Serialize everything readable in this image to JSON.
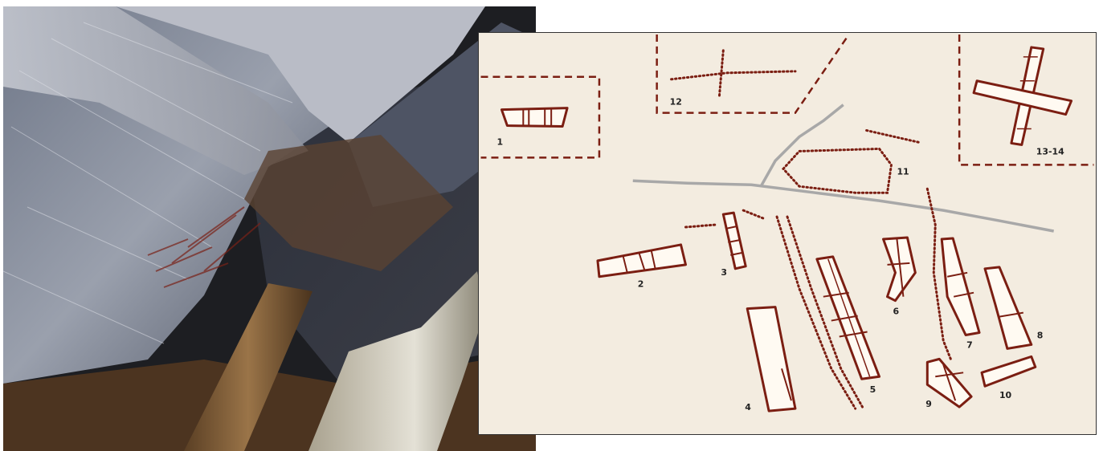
{
  "figure": {
    "photo_alt": "Cave wall with red painted signs",
    "labels": [
      "1",
      "2",
      "3",
      "4",
      "5",
      "6",
      "7",
      "8",
      "9",
      "10",
      "11",
      "12",
      "13-14"
    ]
  },
  "colors": {
    "paint": "#7b1e12",
    "tracing_bg": "#f3ece0",
    "crack": "#a8a8a8",
    "frame": "#7b1e12"
  }
}
